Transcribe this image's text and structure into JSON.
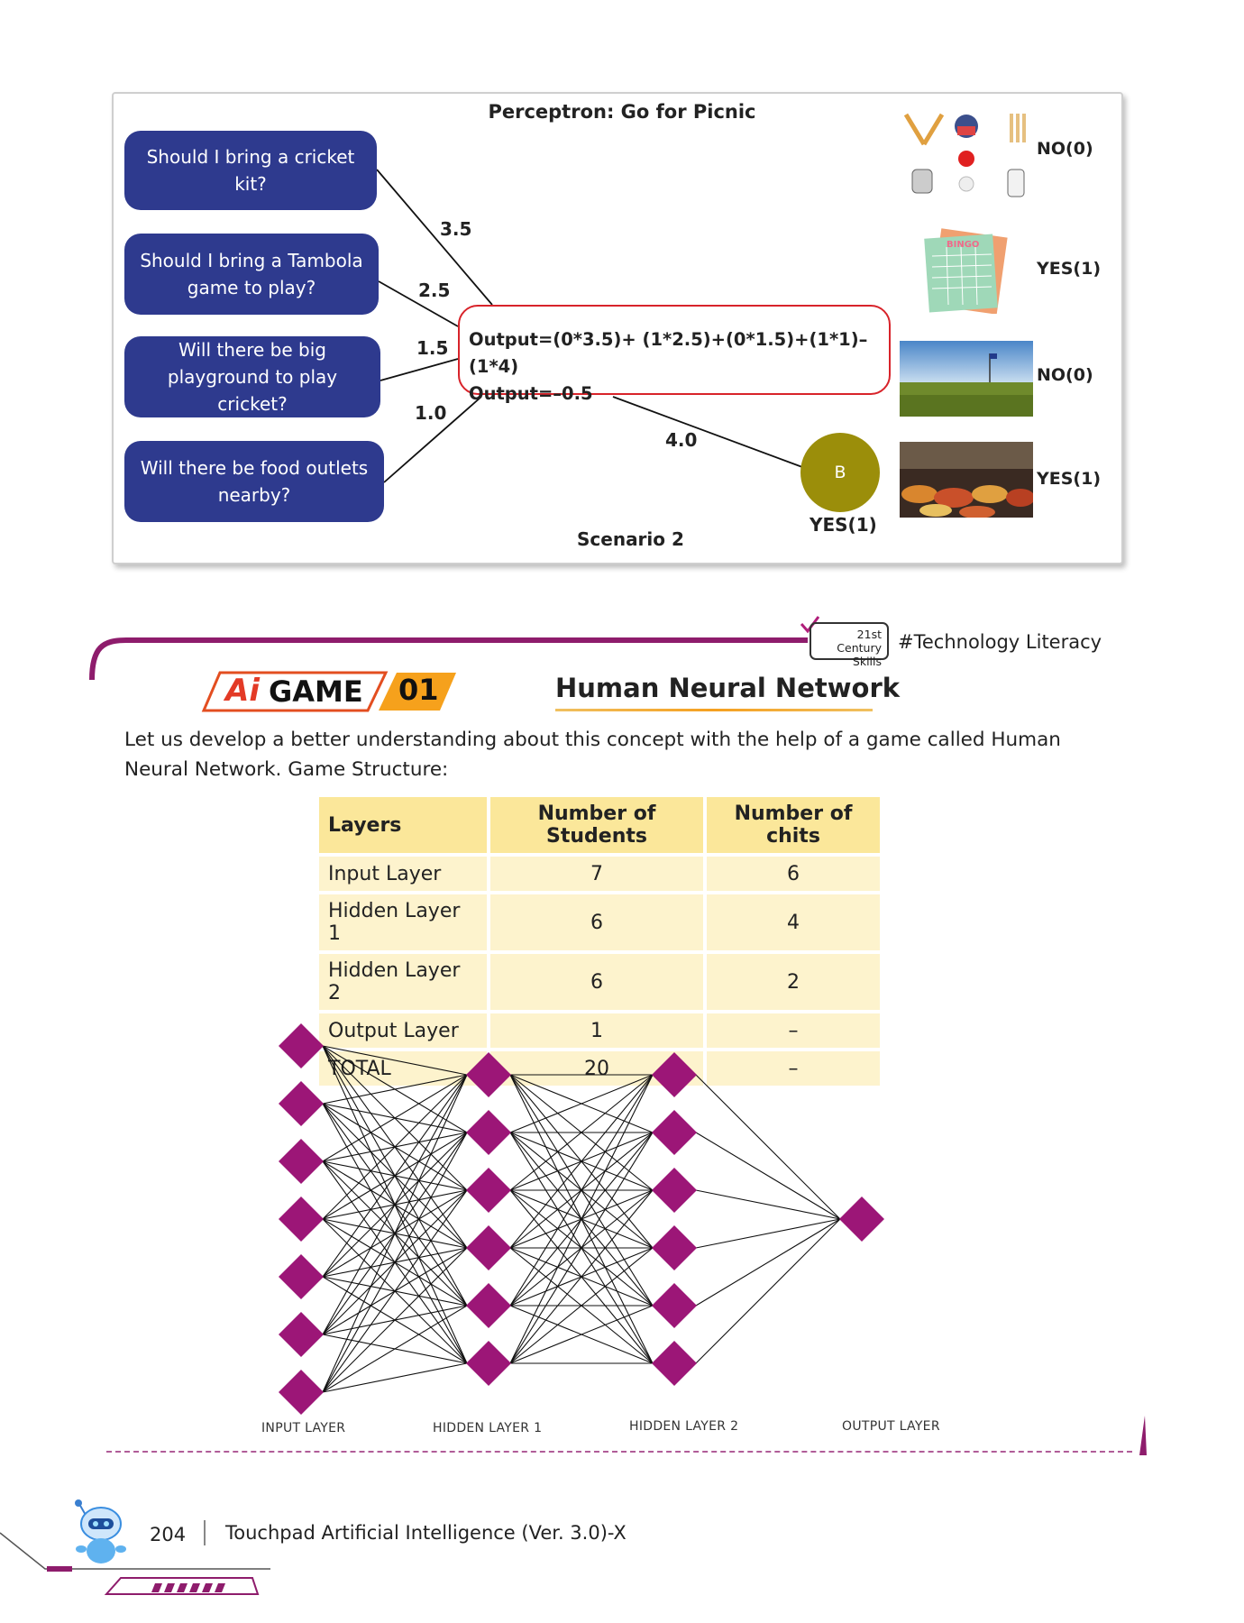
{
  "perceptron": {
    "title": "Perceptron: Go for Picnic",
    "questions": [
      "Should I bring a cricket kit?",
      "Should I bring a Tambola game to play?",
      "Will there be big playground to play cricket?",
      "Will there be food outlets nearby?"
    ],
    "weights": [
      "3.5",
      "2.5",
      "1.5",
      "1.0"
    ],
    "bias_weight": "4.0",
    "output_formula": "Output=(0*3.5)+ (1*2.5)+(0*1.5)+(1*1)–(1*4)",
    "output_value": "Output=–0.5",
    "bias_node_label": "B",
    "result_label": "YES(1)",
    "scenario_label": "Scenario 2",
    "answers": [
      "NO(0)",
      "YES(1)",
      "NO(0)",
      "YES(1)"
    ],
    "bingo_text": "BINGO",
    "colors": {
      "question_box": "#2e3a8e",
      "output_border": "#d8232a",
      "bias_node": "#9b8e0a"
    }
  },
  "skills_badge": {
    "line1": "21st Century",
    "line2": "Skills",
    "tag": "#Technology Literacy"
  },
  "game_header": {
    "ai_label": "Ai",
    "game_label": "GAME",
    "number": "01",
    "title": "Human Neural Network"
  },
  "intro_text": "Let us develop a better understanding about this concept with the help of a game called Human Neural Network. Game Structure:",
  "structure_table": {
    "headers": [
      "Layers",
      "Number of Students",
      "Number of chits"
    ],
    "rows": [
      [
        "Input Layer",
        "7",
        "6"
      ],
      [
        "Hidden Layer 1",
        "6",
        "4"
      ],
      [
        "Hidden Layer 2",
        "6",
        "2"
      ],
      [
        "Output Layer",
        "1",
        "–"
      ],
      [
        "TOTAL",
        "20",
        "–"
      ]
    ]
  },
  "network": {
    "layer_sizes": [
      7,
      6,
      6,
      1
    ],
    "layer_labels": [
      "INPUT LAYER",
      "HIDDEN LAYER 1",
      "HIDDEN LAYER 2",
      "OUTPUT LAYER"
    ],
    "node_color": "#9c1677"
  },
  "footer": {
    "page_number": "204",
    "book_title": "Touchpad Artificial Intelligence (Ver. 3.0)-X"
  }
}
